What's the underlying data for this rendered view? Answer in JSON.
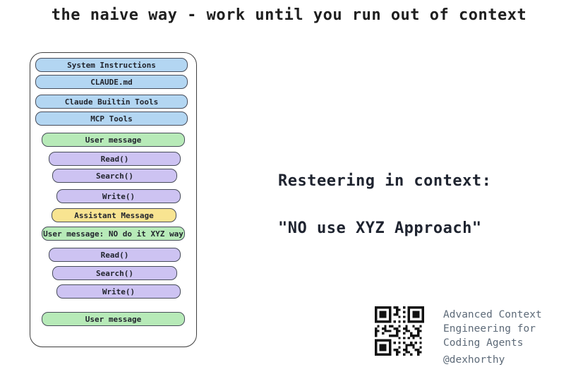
{
  "title": "the naive way - work until you run out of context",
  "stack": {
    "items": [
      {
        "label": "System Instructions",
        "kind": "system"
      },
      {
        "label": "CLAUDE.md",
        "kind": "system"
      },
      {
        "label": "Claude Builtin Tools",
        "kind": "system"
      },
      {
        "label": "MCP Tools",
        "kind": "system"
      },
      {
        "label": "User message",
        "kind": "user"
      },
      {
        "label": "Read()",
        "kind": "tool1"
      },
      {
        "label": "Search()",
        "kind": "tool2"
      },
      {
        "label": "Write()",
        "kind": "tool3"
      },
      {
        "label": "Assistant Message",
        "kind": "assistant"
      },
      {
        "label": "User message: NO do it XYZ way",
        "kind": "user"
      },
      {
        "label": "Read()",
        "kind": "tool1"
      },
      {
        "label": "Search()",
        "kind": "tool2"
      },
      {
        "label": "Write()",
        "kind": "tool3"
      },
      {
        "label": "User message",
        "kind": "user"
      }
    ]
  },
  "annotation": {
    "line1": "Resteering in context:",
    "line2": "\"NO use XYZ Approach\""
  },
  "footer": {
    "qr_icon": "qr-code",
    "lines": [
      "Advanced Context",
      "Engineering for",
      "Coding Agents"
    ],
    "handle": "@dexhorthy"
  },
  "colors": {
    "system_fill": "#b3d6f2",
    "user_fill": "#b7eab8",
    "tool_fill": "#cdc3f2",
    "assistant_fill": "#f8e491",
    "bar_border": "#474c59",
    "frame_border": "#3f3f3f",
    "text": "#1f1f1f",
    "footer_text": "#5d6a78"
  }
}
